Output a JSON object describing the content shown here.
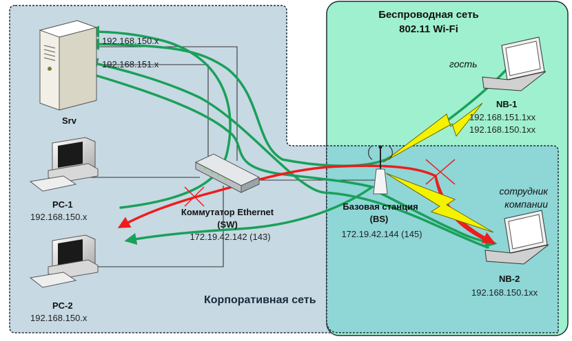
{
  "wireless_zone": {
    "title_line1": "Беспроводная сеть",
    "title_line2": "802.11 Wi-Fi",
    "fill": "#9ff0cf"
  },
  "corporate_zone": {
    "title": "Корпоративная сеть",
    "fill": "#c7d9e3"
  },
  "overlap_fill": "#8fd6d6",
  "server": {
    "name": "Srv",
    "address_1": "192.168.150.x",
    "address_2": "192.168.151.x"
  },
  "pc1": {
    "name": "PC-1",
    "address": "192.168.150.x"
  },
  "pc2": {
    "name": "PC-2",
    "address": "192.168.150.x"
  },
  "switch": {
    "name": "Коммутатор Ethernet",
    "abbr": "(SW)",
    "address": "172.19.42.142 (143)"
  },
  "base_station": {
    "name": "Базовая станция",
    "abbr": "(BS)",
    "address": "172.19.42.144 (145)"
  },
  "nb1": {
    "role": "гость",
    "name": "NB-1",
    "address_1": "192.168.151.1xx",
    "address_2": "192.168.150.1xx"
  },
  "nb2": {
    "role_line1": "сотрудник",
    "role_line2": "компании",
    "name": "NB-2",
    "address": "192.168.150.1xx"
  },
  "colors": {
    "green_flow": "#1aa05a",
    "red_flow": "#ee1c1c",
    "lightning": "#f5f200",
    "wire": "#333333"
  }
}
